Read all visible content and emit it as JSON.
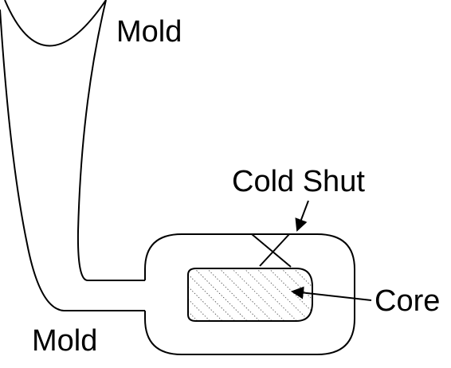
{
  "diagram": {
    "labels": {
      "mold_top": "Mold",
      "mold_bottom": "Mold",
      "cold_shut": "Cold Shut",
      "core": "Core"
    },
    "colors": {
      "stroke": "#000000",
      "background": "#ffffff"
    }
  }
}
